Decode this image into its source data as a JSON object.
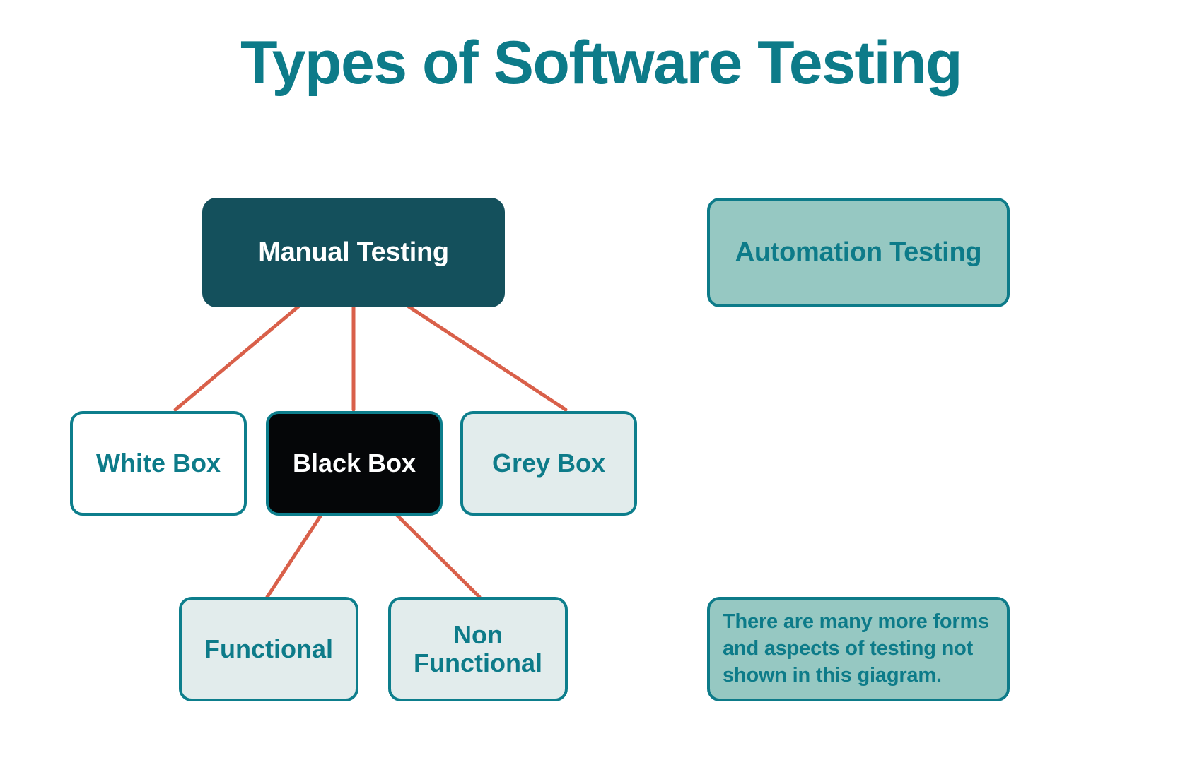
{
  "page": {
    "title": "Types of Software Testing",
    "background_color": "#ffffff"
  },
  "colors": {
    "title_teal": "#0d7b89",
    "dark_teal_fill": "#14505c",
    "light_teal_fill": "#96c8c2",
    "pale_fill": "#e2ecec",
    "border_teal": "#0d7e8c",
    "connector": "#d9604a",
    "white": "#ffffff",
    "black": "#050608"
  },
  "diagram": {
    "nodes": {
      "manual_testing": {
        "label": "Manual Testing"
      },
      "automation_testing": {
        "label": "Automation Testing"
      },
      "white_box": {
        "label": "White Box"
      },
      "black_box": {
        "label": "Black Box"
      },
      "grey_box": {
        "label": "Grey Box"
      },
      "functional": {
        "label": "Functional"
      },
      "non_functional": {
        "line1": "Non",
        "line2": "Functional"
      },
      "note": {
        "line1": "There are many more forms",
        "line2": "and aspects of testing not",
        "line3": "shown in this giagram."
      }
    },
    "connections": [
      {
        "from": "manual_testing",
        "to": "white_box"
      },
      {
        "from": "manual_testing",
        "to": "black_box"
      },
      {
        "from": "manual_testing",
        "to": "grey_box"
      },
      {
        "from": "black_box",
        "to": "functional"
      },
      {
        "from": "black_box",
        "to": "non_functional"
      }
    ]
  }
}
